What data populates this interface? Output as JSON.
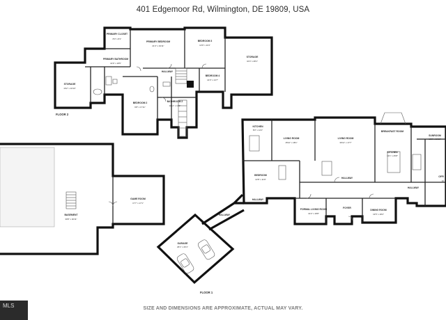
{
  "header": {
    "address": "401 Edgemoor Rd, Wilmington, DE 19809, USA"
  },
  "footer": {
    "disclaimer": "SIZE AND DIMENSIONS ARE APPROXIMATE, ACTUAL MAY VARY."
  },
  "watermark": {
    "text": "MLS"
  },
  "floors": {
    "floor1": "FLOOR 1",
    "floor2": "FLOOR 2"
  },
  "rooms": {
    "primary_closet": {
      "name": "PRIMARY CLOSET",
      "dim": "8'0\" x 8'1\""
    },
    "primary_bedroom": {
      "name": "PRIMARY BEDROOM",
      "dim": "21'3\" x 19'11\""
    },
    "primary_bathroom": {
      "name": "PRIMARY BATHROOM",
      "dim": "13'9\" x 18'5\""
    },
    "bedroom3": {
      "name": "BEDROOM 3",
      "dim": "13'9\" x 11'9\""
    },
    "storage_upper": {
      "name": "STORAGE",
      "dim": "10'4\" x 28'1\""
    },
    "storage_left": {
      "name": "STORAGE",
      "dim": "16'2\" x 16'10\""
    },
    "bedroom4": {
      "name": "BEDROOM 4",
      "dim": "14'3\" x 14'7\""
    },
    "hallway_f2": {
      "name": "HALLWAY"
    },
    "bedroom2": {
      "name": "BEDROOM 2",
      "dim": "9'8\" x 17'11\""
    },
    "bathroom2": {
      "name": "BATHROOM 2",
      "dim": "11'11\" x 13'1\""
    },
    "kitchen": {
      "name": "KITCHEN",
      "dim": "8'3\" x 14'1\""
    },
    "living_room_a": {
      "name": "LIVING ROOM",
      "dim": "15'10\" x 18'1\""
    },
    "living_room_b": {
      "name": "LIVING ROOM",
      "dim": "30'11\" x 17'7\""
    },
    "breakfast_room": {
      "name": "BREAKFAST ROOM"
    },
    "kitchen_main": {
      "name": "KITCHEN",
      "dim": "13'1\" x 25'8\""
    },
    "sunroom": {
      "name": "SUNROOM",
      "dim": "18'8\" x 10'10\""
    },
    "office": {
      "name": "OFFI",
      "dim": "10"
    },
    "bedroom": {
      "name": "BEDROOM",
      "dim": "13'8\" x 11'8\""
    },
    "hallway_main": {
      "name": "HALLWAY"
    },
    "hallway_lower": {
      "name": "HALLWAY"
    },
    "hallway_garage": {
      "name": "HALLWAY"
    },
    "hallway_right": {
      "name": "HALLWAY"
    },
    "formal_living": {
      "name": "FORMAL LIVING ROOM",
      "dim": "13'2\" x 18'8\""
    },
    "foyer": {
      "name": "FOYER"
    },
    "dining_room": {
      "name": "DINING ROOM",
      "dim": "13'5\" x 18'2\""
    },
    "game_room": {
      "name": "GAME ROOM",
      "dim": "17'7\" x 17'1\""
    },
    "basement": {
      "name": "BASEMENT",
      "dim": "30'8\" x 40'11\""
    },
    "garage": {
      "name": "GARAGE",
      "dim": "26'1\" x 26'1\""
    }
  }
}
